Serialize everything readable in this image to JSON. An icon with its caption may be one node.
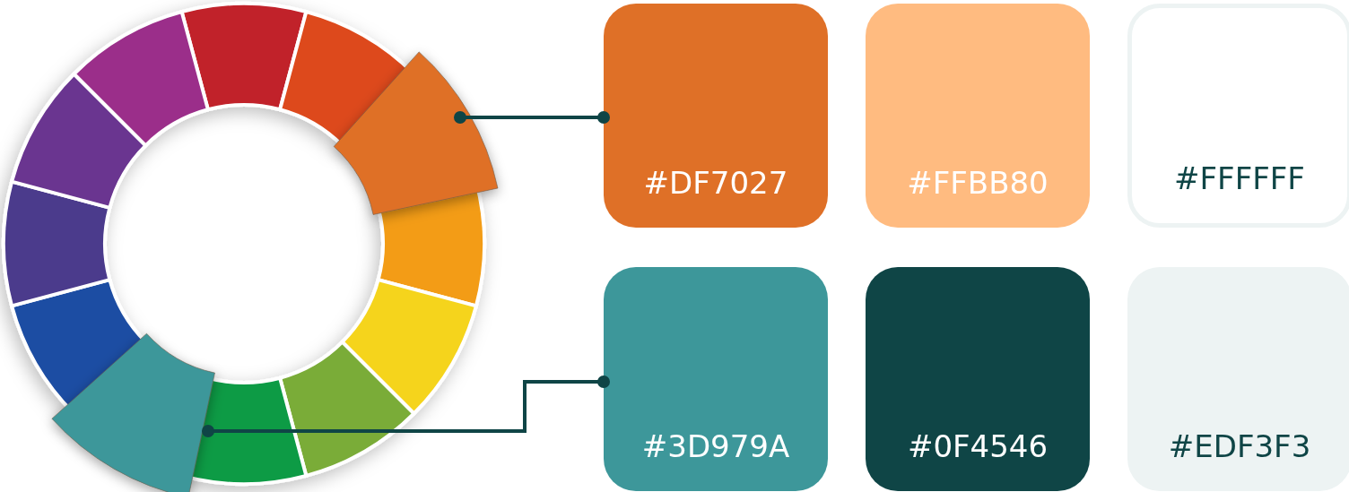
{
  "diagram": {
    "nodes": [
      {
        "text": [],
        "shape": "segment"
      },
      {
        "text": [],
        "shape": "segment"
      },
      {
        "text": [
          "#DF7027"
        ]
      },
      {
        "text": [
          "#FFBB80"
        ]
      },
      {
        "text": [
          "#FFFFFF"
        ]
      },
      {
        "text": [
          "#3D979A"
        ]
      },
      {
        "text": [
          "#0F4546"
        ]
      },
      {
        "text": [
          "#EDF3F3"
        ]
      }
    ],
    "edges": [
      {
        "from": 0,
        "to": 2,
        "arrow": "other"
      },
      {
        "from": 1,
        "to": 5,
        "arrow": "other"
      }
    ]
  }
}
